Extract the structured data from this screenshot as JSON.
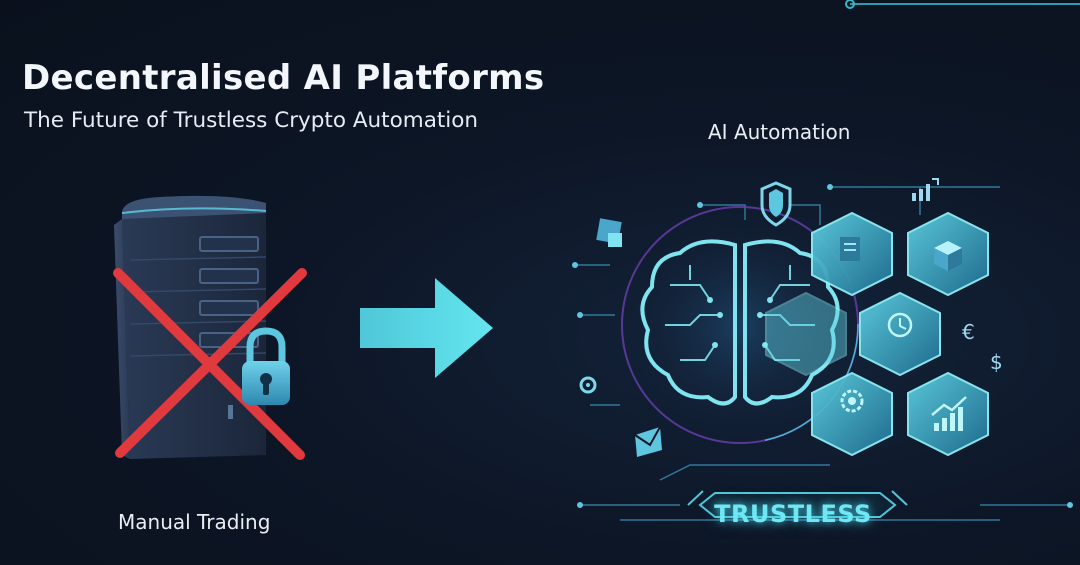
{
  "header": {
    "title": "Decentralised AI Platforms",
    "subtitle": "The Future of Trustless Crypto Automation"
  },
  "left_panel": {
    "label": "Manual Trading",
    "icons": [
      "server-icon",
      "lock-icon",
      "cross-mark-icon"
    ]
  },
  "right_panel": {
    "label": "AI Automation",
    "badge": "TRUSTLESS",
    "currency_symbols": [
      "€",
      "$"
    ],
    "icons": [
      "brain-circuit-icon",
      "shield-icon",
      "document-icon",
      "blocks-icon",
      "clock-icon",
      "gear-icon",
      "growth-chart-icon",
      "bar-chart-icon",
      "envelope-icon",
      "cube-icon"
    ]
  },
  "colors": {
    "accent_cyan": "#5fe3ee",
    "cross_red": "#e0393e",
    "background": "#0d1626"
  }
}
